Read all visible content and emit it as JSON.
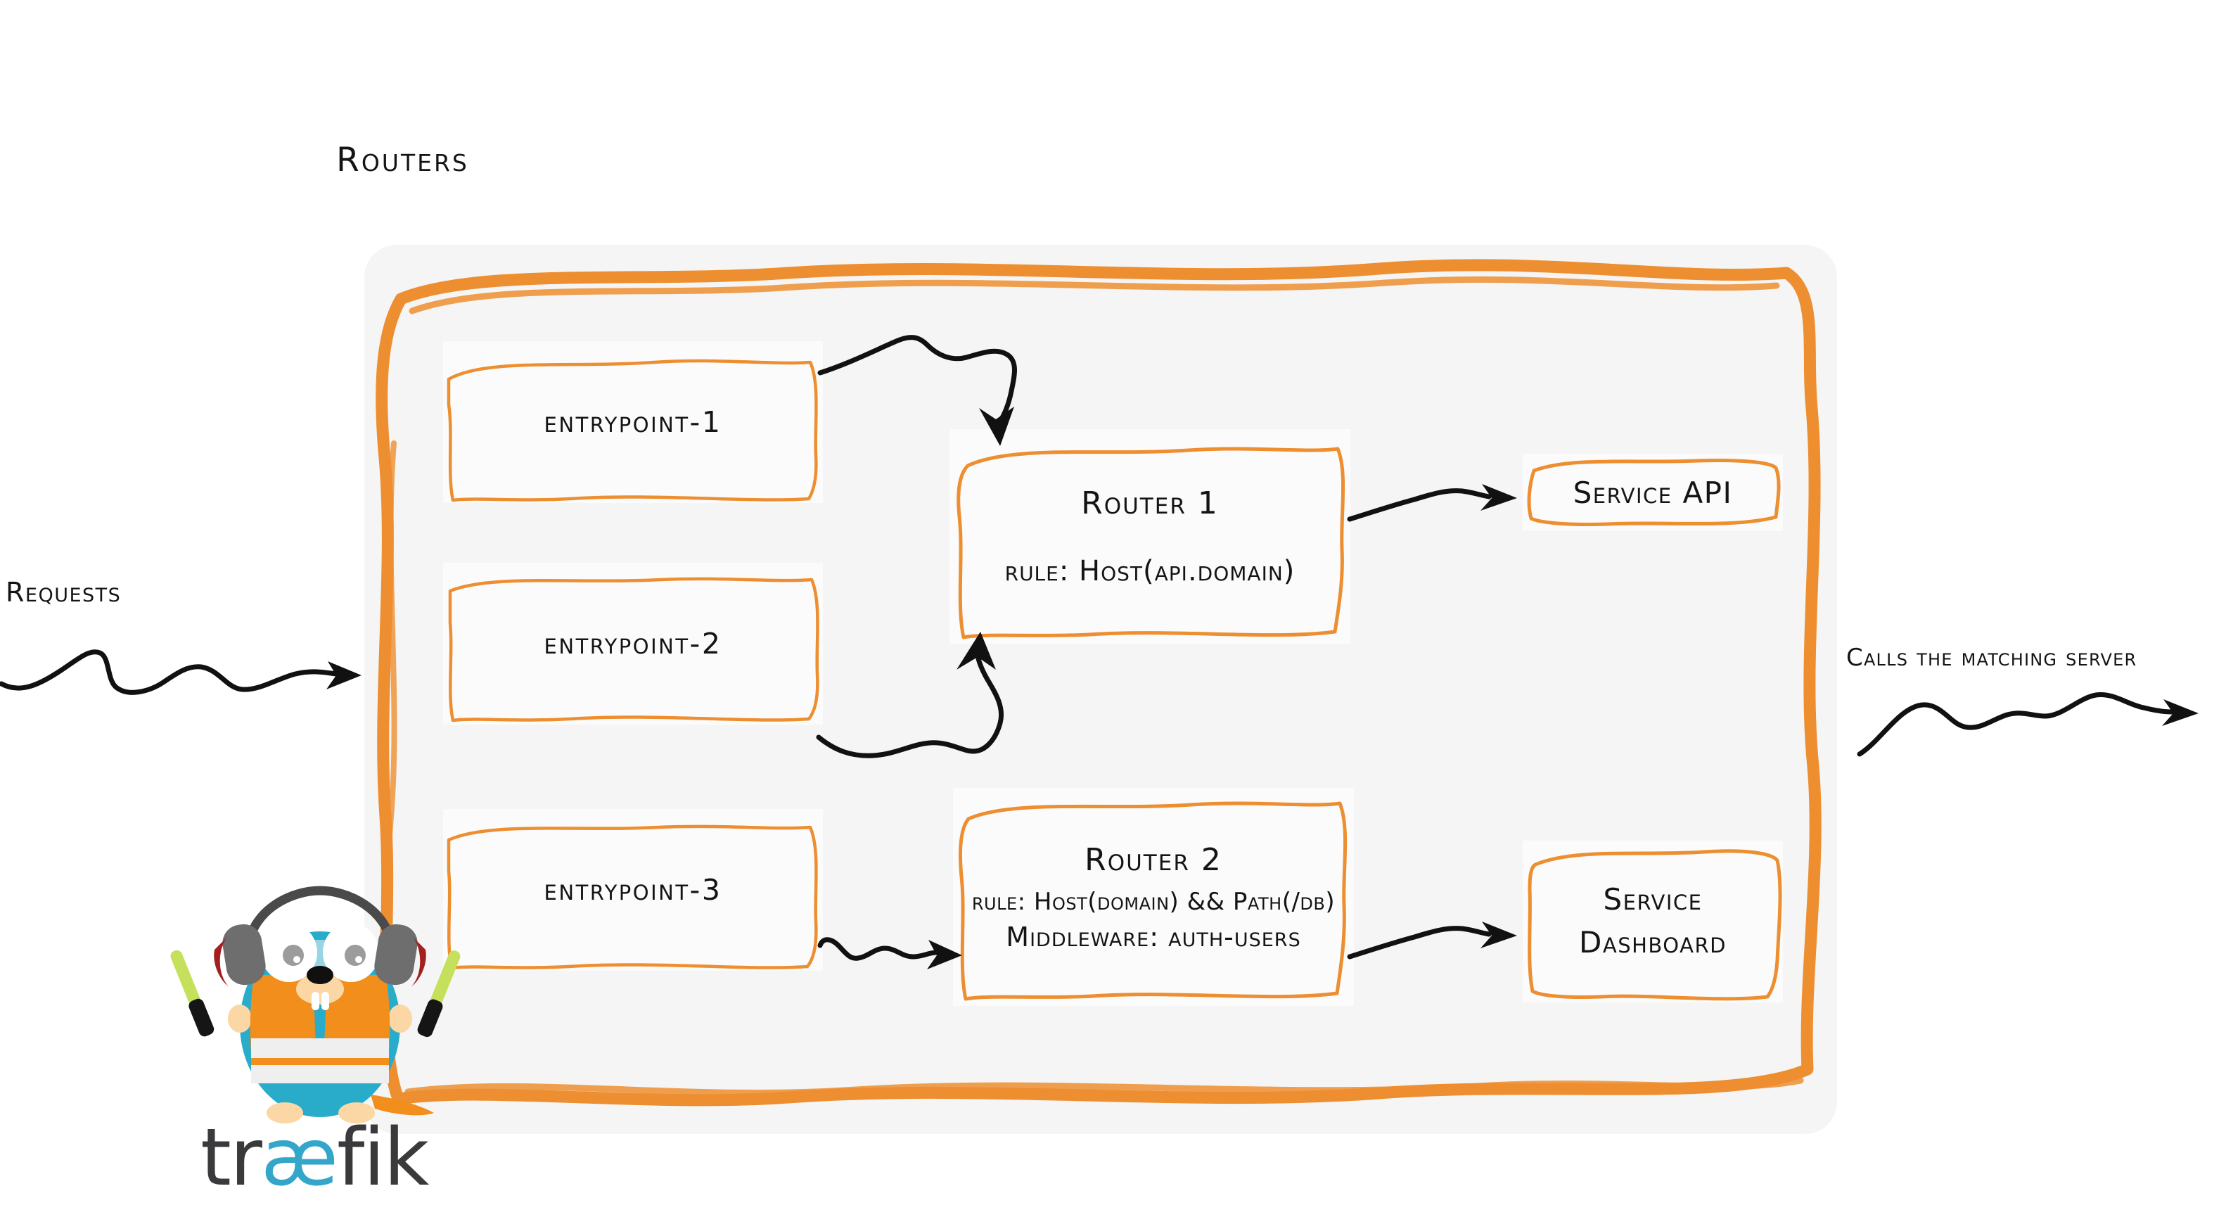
{
  "diagram": {
    "title": "Routers",
    "colors": {
      "accent_orange": "#ED8E30",
      "panel_background": "#F5F5F5",
      "node_background": "#FBFBFB",
      "ink": "#141414",
      "gopher_body": "#29ABCA",
      "gopher_vest": "#F28E1C",
      "logo_text": "#3A3A3C",
      "logo_ae": "#34A6C9",
      "wand_green": "#C5E05B"
    }
  },
  "edge_labels": {
    "requests": "Requests",
    "calls_the_matching_server": "Calls the matching server"
  },
  "entrypoints": [
    {
      "label": "entrypoint-1"
    },
    {
      "label": "entrypoint-2"
    },
    {
      "label": "entrypoint-3"
    }
  ],
  "routers": [
    {
      "title": "Router 1",
      "rule": "rule: Host(api.domain)"
    },
    {
      "title": "Router 2",
      "rule": "rule: Host(domain) && Path(/db)",
      "middleware": "Middleware: auth-users"
    }
  ],
  "services": [
    {
      "label": "Service API"
    },
    {
      "line1": "Service",
      "line2": "Dashboard"
    }
  ],
  "brand": {
    "logo_prefix": "tr",
    "logo_ligature": "æ",
    "logo_suffix": "fik",
    "mascot": "traefik-gopher-mascot"
  }
}
